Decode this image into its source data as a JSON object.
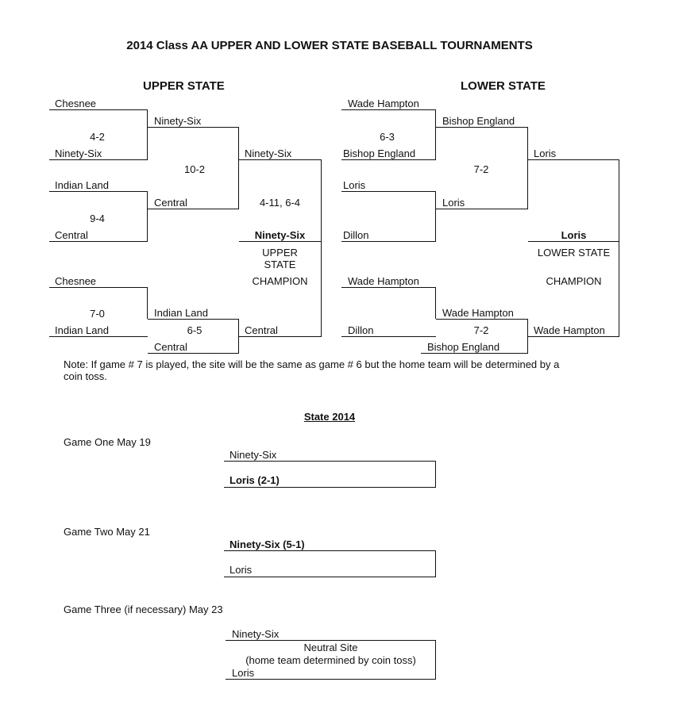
{
  "title": "2014 Class AA  UPPER AND LOWER STATE BASEBALL TOURNAMENTS",
  "upper": {
    "heading": "UPPER STATE",
    "r1": [
      "Chesnee",
      "Ninety-Six",
      "Indian Land",
      "Central",
      "Chesnee",
      "Indian Land"
    ],
    "score1": "4-2",
    "score2": "9-4",
    "score3": "7-0",
    "r2": [
      "Ninety-Six",
      "Central",
      "Indian Land",
      "Central"
    ],
    "score_r2a": "10-2",
    "score_r2b": "6-5",
    "r3": [
      "Ninety-Six",
      "Central"
    ],
    "final_score": "4-11, 6-4",
    "champion": "Ninety-Six",
    "champ_label1": "UPPER",
    "champ_label2": "STATE",
    "champ_label3": "CHAMPION"
  },
  "lower": {
    "heading": "LOWER STATE",
    "r1": [
      "Wade Hampton",
      "Bishop England",
      "Loris",
      "Dillon",
      "Wade Hampton",
      "Dillon"
    ],
    "score1": "6-3",
    "r2": [
      "Bishop England",
      "Loris",
      "Wade Hampton",
      "Bishop England"
    ],
    "score_r2a": "7-2",
    "score_r2b": "7-2",
    "r3": [
      "Loris",
      "Wade Hampton"
    ],
    "champion": "Loris",
    "champ_label1": "LOWER STATE",
    "champ_label2": "CHAMPION"
  },
  "note_line1": "Note:  If game # 7 is played, the site will be the same as game # 6 but the home team will be determined by a",
  "note_line2": "coin toss.",
  "state": {
    "heading": "State 2014",
    "game1": {
      "label": "Game One  May 19",
      "top": "Ninety-Six",
      "bottom": "Loris    (2-1)"
    },
    "game2": {
      "label": "Game Two  May 21",
      "top": "Ninety-Six (5-1)",
      "bottom": "Loris"
    },
    "game3": {
      "label": "Game Three (if necessary)    May 23",
      "top": "Ninety-Six",
      "site1": "Neutral Site",
      "site2": "(home team determined by coin toss)",
      "bottom": "Loris"
    }
  }
}
